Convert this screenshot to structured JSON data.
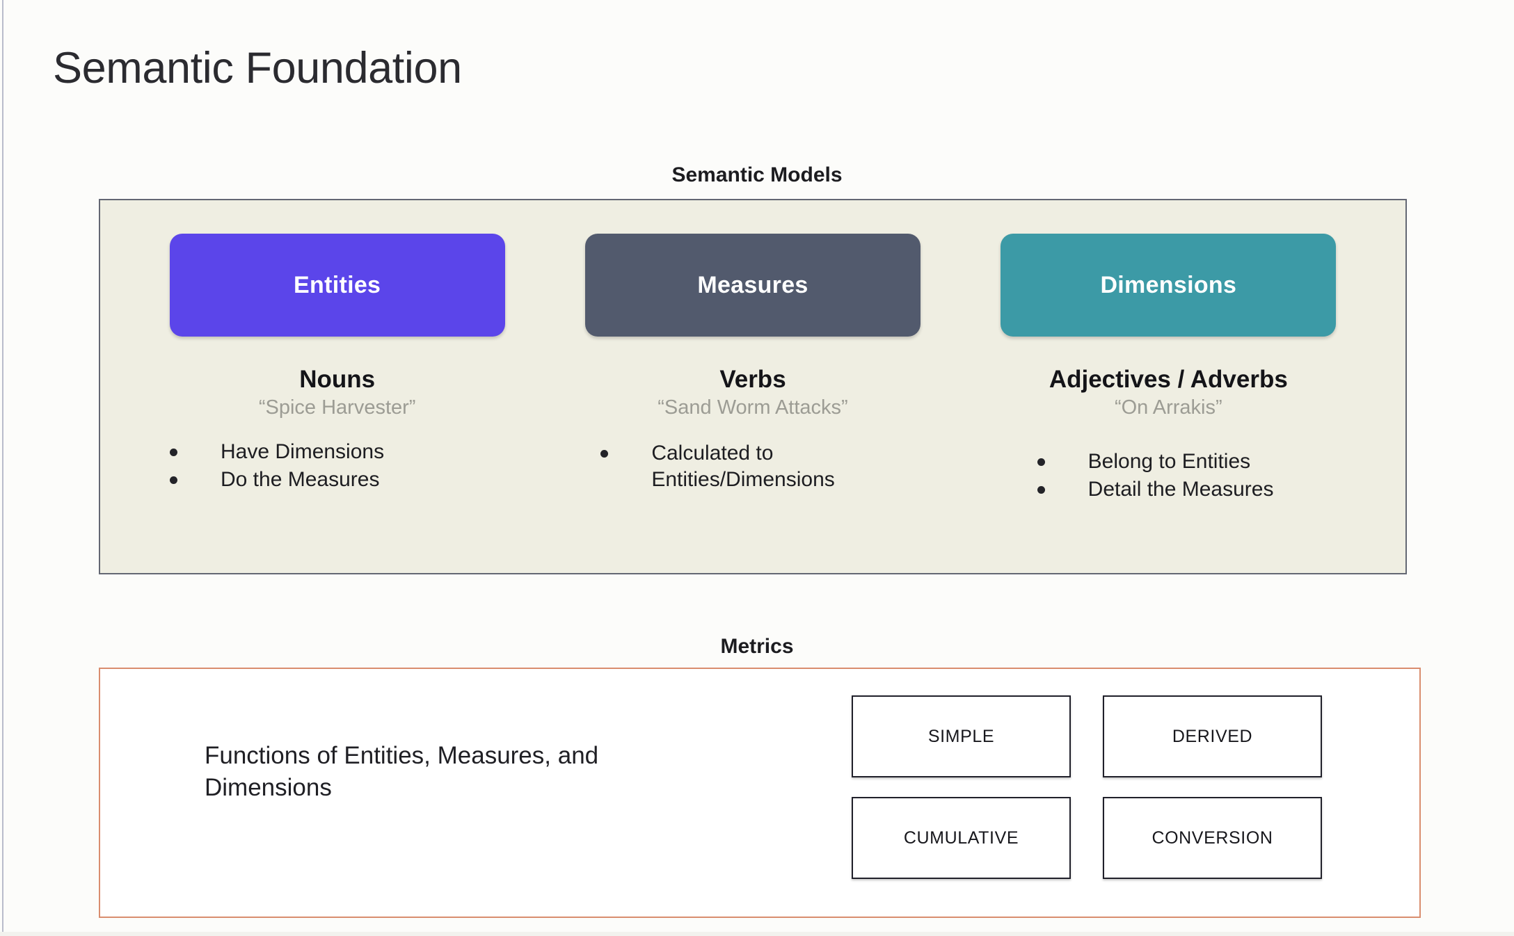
{
  "page": {
    "title": "Semantic Foundation",
    "background_color": "#fcfcfa"
  },
  "semantic_models": {
    "caption": "Semantic Models",
    "panel_background": "#efeee2",
    "panel_border_color": "#636773",
    "columns": [
      {
        "pill_label": "Entities",
        "pill_color": "#5b45ea",
        "part_of_speech": "Nouns",
        "example": "“Spice Harvester”",
        "bullets": [
          "Have Dimensions",
          "Do the Measures"
        ]
      },
      {
        "pill_label": "Measures",
        "pill_color": "#525a6d",
        "part_of_speech": "Verbs",
        "example": "“Sand Worm Attacks”",
        "bullets": [
          "Calculated to Entities/Dimensions"
        ]
      },
      {
        "pill_label": "Dimensions",
        "pill_color": "#3c9aa6",
        "part_of_speech": "Adjectives / Adverbs",
        "example": "“On Arrakis”",
        "bullets": [
          "Belong to Entities",
          "Detail the Measures"
        ]
      }
    ]
  },
  "metrics": {
    "caption": "Metrics",
    "panel_border_color": "#d98d6e",
    "description": "Functions of Entities, Measures, and Dimensions",
    "types": [
      "SIMPLE",
      "DERIVED",
      "CUMULATIVE",
      "CONVERSION"
    ]
  }
}
